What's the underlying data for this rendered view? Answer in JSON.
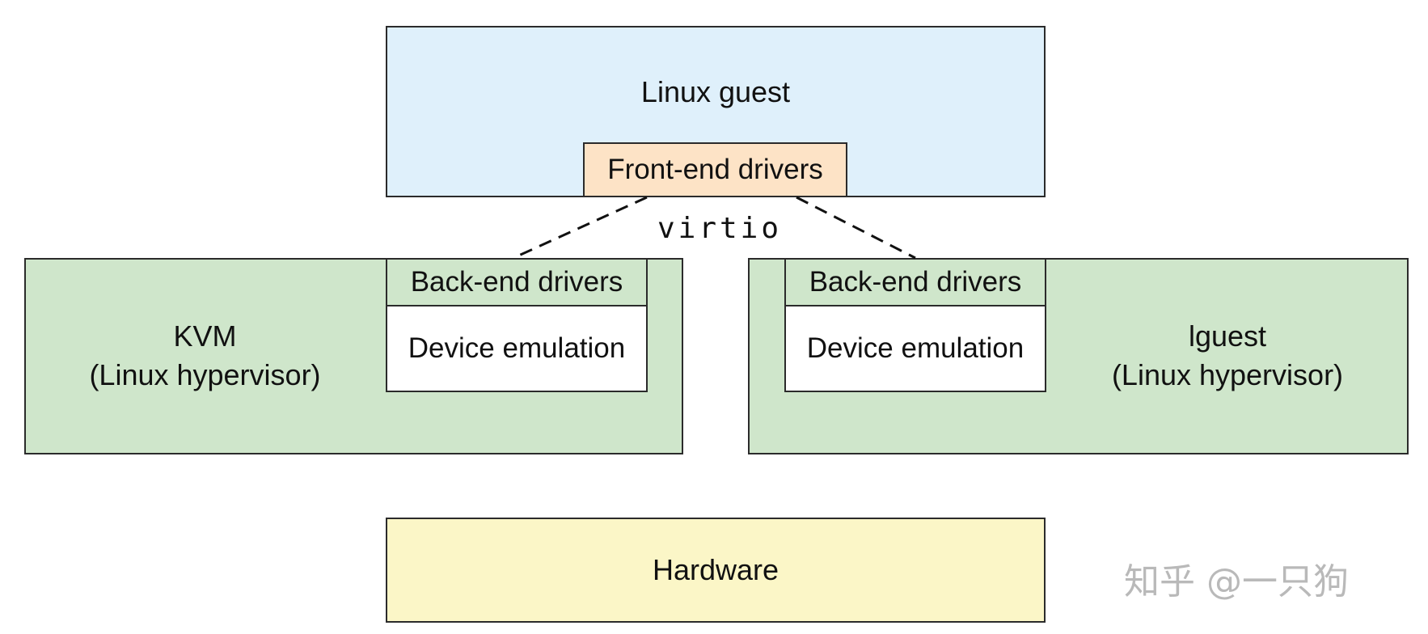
{
  "colors": {
    "guest_fill": "#dff0fb",
    "frontend_fill": "#fde3c6",
    "hypervisor_fill": "#cfe6cb",
    "hardware_fill": "#fbf6c7",
    "border": "#2b2b2b",
    "connector": "#111111",
    "watermark": "#b9b9b9"
  },
  "guest": {
    "title": "Linux guest",
    "frontend": "Front-end drivers"
  },
  "connector": {
    "label": "virtio"
  },
  "kvm": {
    "title": "KVM",
    "subtitle": "(Linux hypervisor)",
    "backend": "Back-end drivers",
    "emulation": "Device emulation"
  },
  "lguest": {
    "title": "lguest",
    "subtitle": "(Linux hypervisor)",
    "backend": "Back-end drivers",
    "emulation": "Device emulation"
  },
  "hardware": {
    "title": "Hardware"
  },
  "watermark": {
    "text": "知乎 @一只狗"
  }
}
